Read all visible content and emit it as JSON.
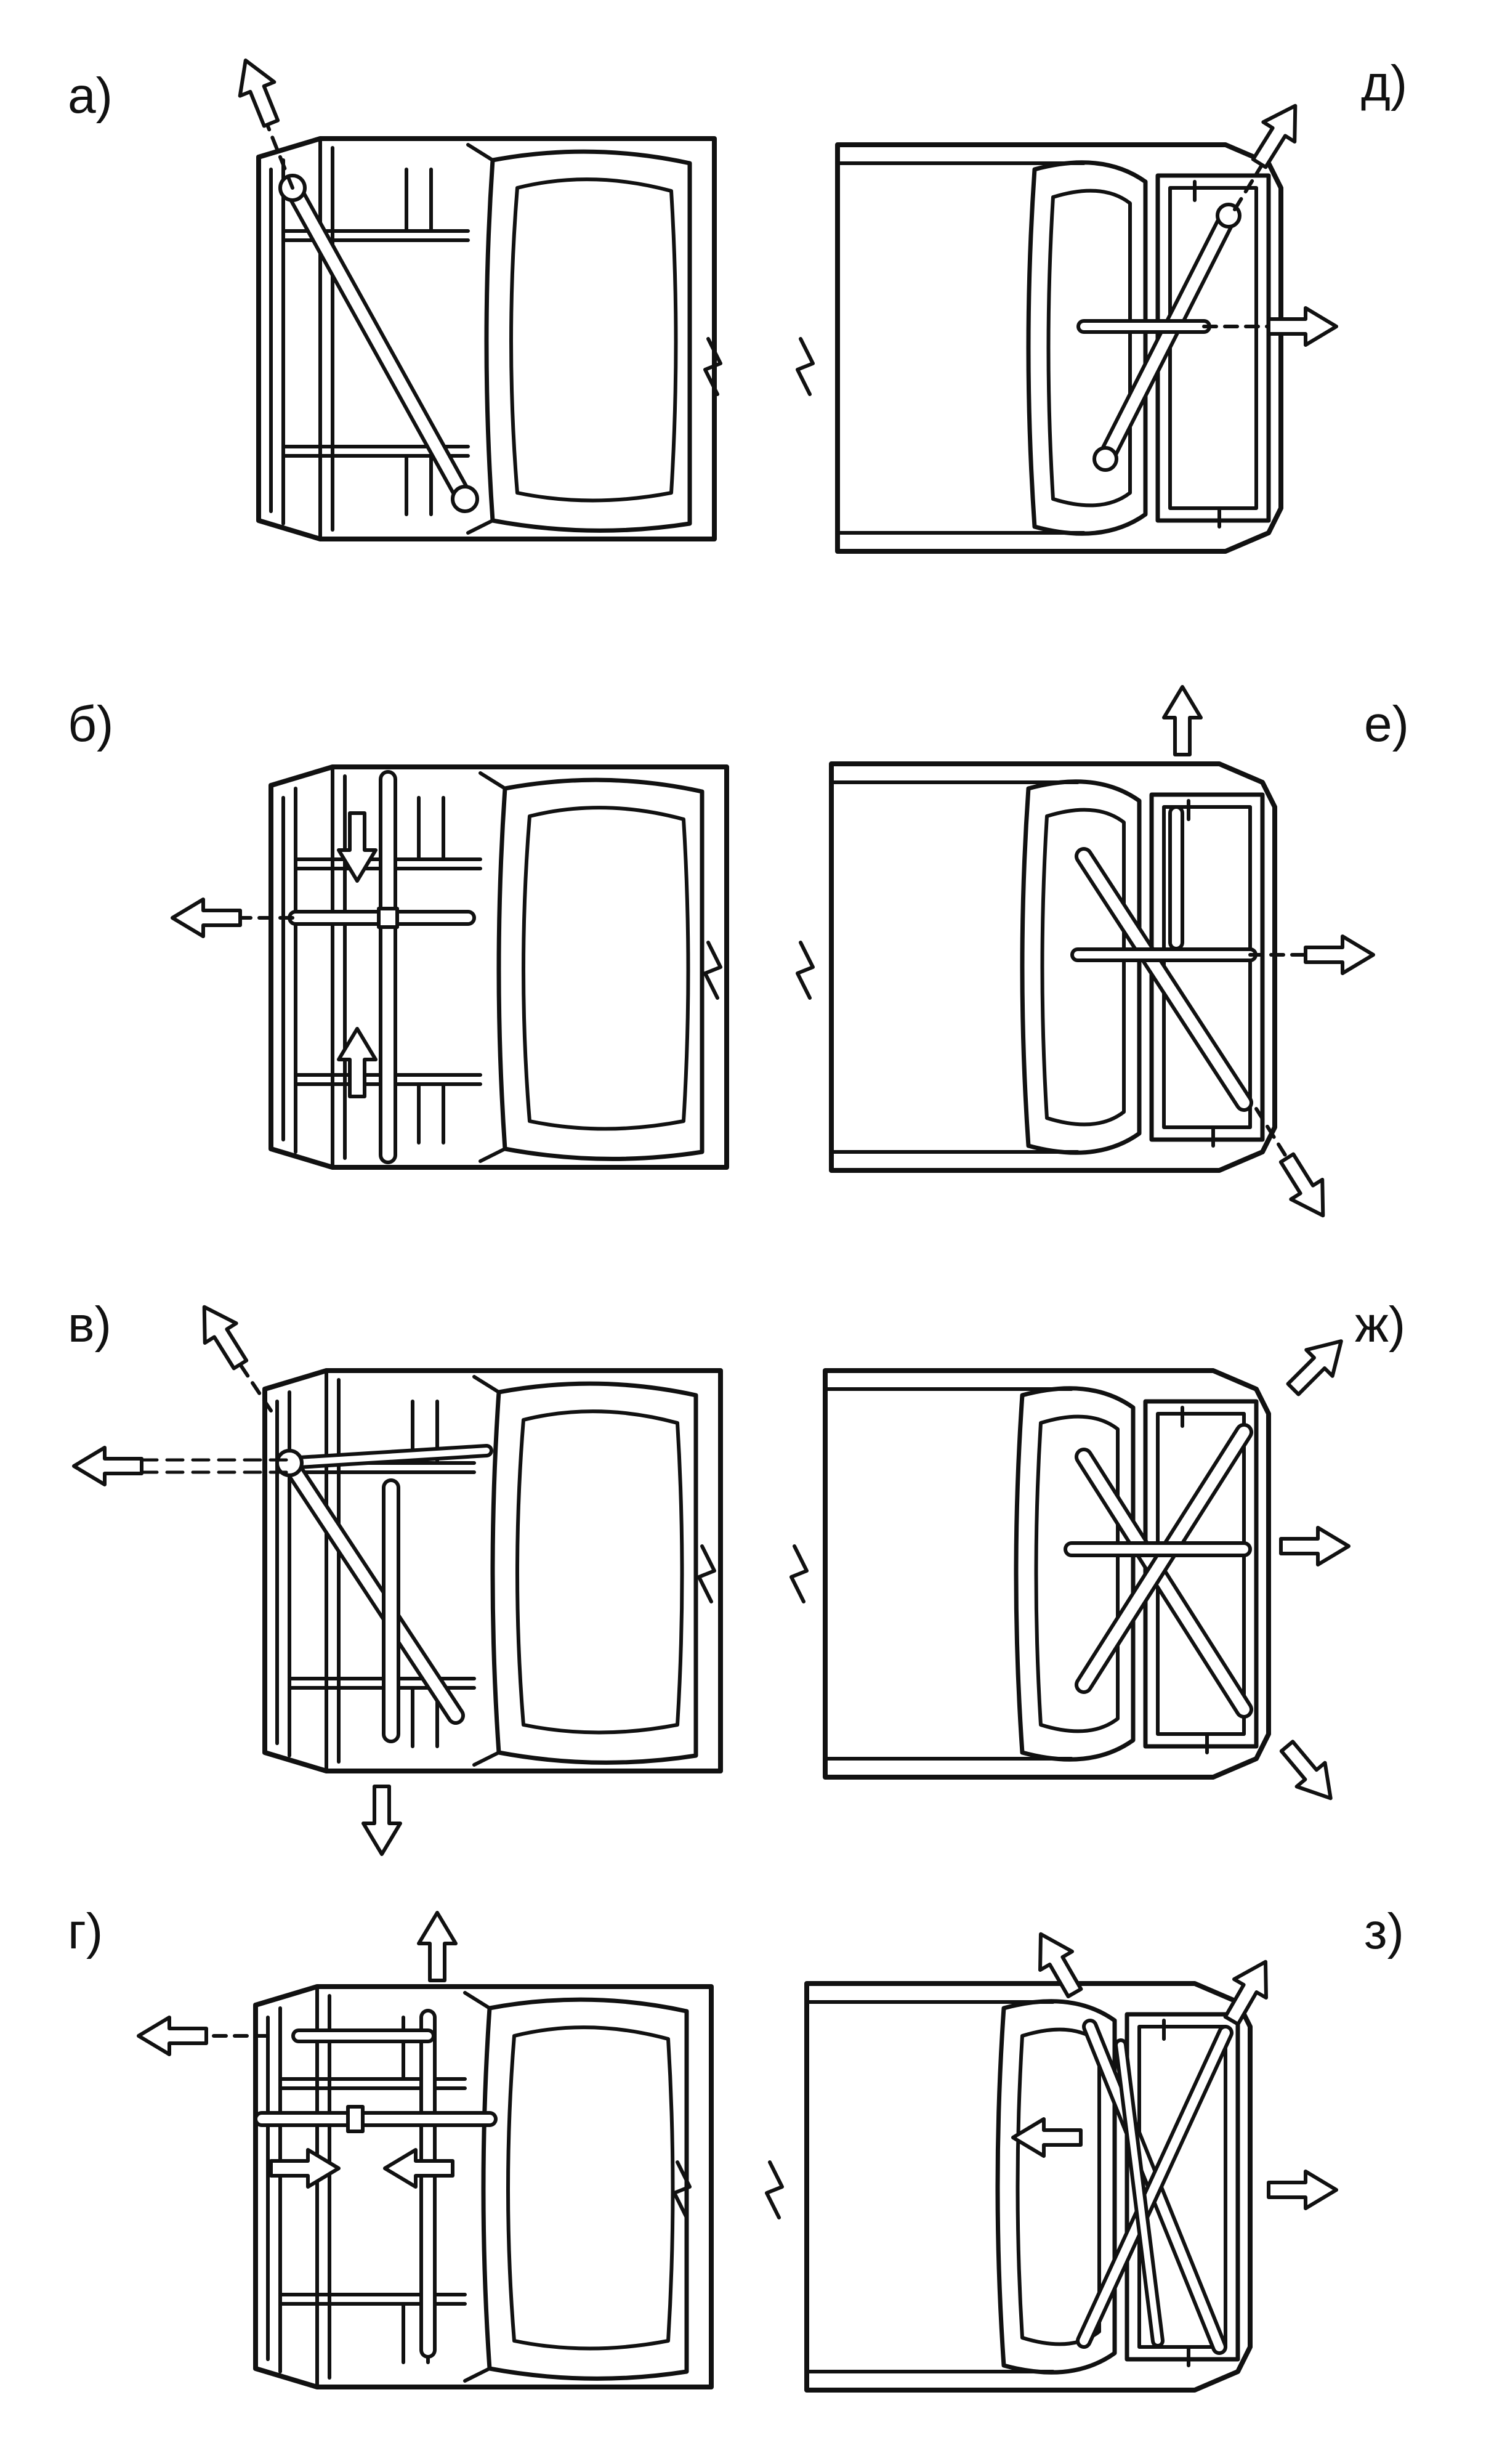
{
  "figure": {
    "panels": [
      {
        "id": "a",
        "label": "а)",
        "side": "left"
      },
      {
        "id": "d",
        "label": "д)",
        "side": "right"
      },
      {
        "id": "b",
        "label": "б)",
        "side": "left"
      },
      {
        "id": "e",
        "label": "е)",
        "side": "right"
      },
      {
        "id": "v",
        "label": "в)",
        "side": "left"
      },
      {
        "id": "zh",
        "label": "ж)",
        "side": "right"
      },
      {
        "id": "g",
        "label": "г)",
        "side": "left"
      },
      {
        "id": "z",
        "label": "з)",
        "side": "right"
      }
    ],
    "colors": {
      "ink": "#111111",
      "paper": "#ffffff"
    },
    "icons": [
      "car-front-end-icon",
      "car-rear-end-icon",
      "force-arrow-icon",
      "hydraulic-jack-icon",
      "break-line-icon"
    ]
  }
}
